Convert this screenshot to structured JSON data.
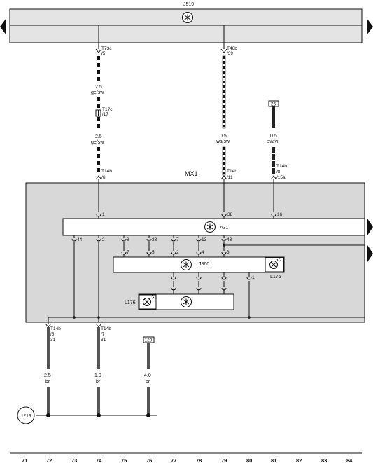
{
  "colors": {
    "line": "#111111",
    "box_fill": "#d8d8d8",
    "ecu_fill": "#e4e4e4",
    "wire_dark": "#333333",
    "wire_light": "#ffffff"
  },
  "components": {
    "j519": {
      "name": "J519",
      "icon": "ecu-star-icon"
    },
    "mx1": {
      "name": "MX1"
    },
    "a31": {
      "name": "A31",
      "icon": "ecu-star-icon"
    },
    "j860": {
      "name": "J860",
      "icon": "ecu-star-icon"
    },
    "l176_right": {
      "name": "L176",
      "icon": "lamp-icon"
    },
    "l176_left": {
      "name": "L176",
      "icon": "lamp-icon"
    }
  },
  "refs": {
    "r26": "26",
    "r129": "129",
    "r1219": "1219"
  },
  "wires": [
    {
      "conn_top": "T73c",
      "pin_top": "/5",
      "size": "2.5",
      "color": "ge/sw",
      "inline_conn": "T17c",
      "inline_pin": "/17",
      "size2": "2.5",
      "color2": "ge/sw",
      "conn_bottom": "T14b",
      "pin_bottom": "/6"
    },
    {
      "conn_top": "T46b",
      "pin_top": "/39",
      "size": "0.5",
      "color": "ws/sw",
      "conn_bottom": "T14b",
      "pin_bottom": "/11"
    },
    {
      "size": "0.5",
      "color": "sw/vi",
      "conn_bottom": "T14b",
      "pin_bottom1": "/8",
      "pin_bottom2": "/15a"
    }
  ],
  "a31_pins": {
    "top": [
      "1",
      "38",
      "16"
    ],
    "bottom": [
      "44",
      "2",
      "8",
      "33",
      "7",
      "13",
      "43"
    ]
  },
  "j860_pins": {
    "top": [
      "7",
      "5",
      "2",
      "4",
      "3"
    ],
    "bottom": [
      "1"
    ]
  },
  "ground_wires": [
    {
      "conn": "T14b",
      "pin": "/5",
      "pin2": "31",
      "size": "2.5",
      "color": "br"
    },
    {
      "conn": "T14b",
      "pin": "/7",
      "pin2": "31",
      "size": "1.0",
      "color": "br"
    },
    {
      "size": "4.0",
      "color": "br"
    }
  ],
  "columns": [
    "71",
    "72",
    "73",
    "74",
    "75",
    "76",
    "77",
    "78",
    "79",
    "80",
    "81",
    "82",
    "83",
    "84"
  ]
}
